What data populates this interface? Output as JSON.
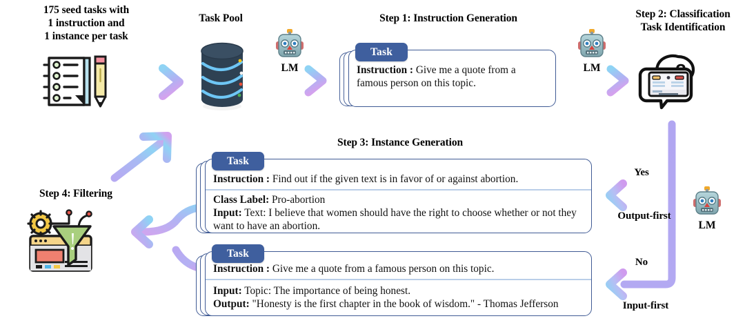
{
  "title": "Self-Instruct pipeline diagram",
  "colors": {
    "arrow_blue": "#8fd3f4",
    "arrow_purple": "#c9a6f0",
    "arrow_periwinkle": "#a6a8f0",
    "task_tag_bg": "#3f5f9e",
    "card_border": "#3f5a94",
    "card_sep": "#b9cee8",
    "db_body": "#2e4153",
    "db_band": "#6ec6f5",
    "funnel_green": "#a9cf7e",
    "gear_yellow": "#f2c744",
    "panel_red": "#ef8070",
    "panel_yellow": "#f5d58a"
  },
  "seed": {
    "caption": "175 seed tasks with\n1 instruction and\n1 instance per task",
    "icon": "notebook-pencil-icon"
  },
  "task_pool": {
    "caption": "Task Pool",
    "icon": "database-icon"
  },
  "lm": {
    "label": "LM",
    "icon": "robot-icon"
  },
  "step1": {
    "heading": "Step 1: Instruction Generation",
    "card": {
      "tag": "Task",
      "instruction_label": "Instruction :",
      "instruction_text": "Give me a quote from a famous person on this topic."
    }
  },
  "step2": {
    "heading": "Step 2: Classification\nTask Identification",
    "icon": "chat-question-screen-icon"
  },
  "step3": {
    "heading": "Step 3: Instance Generation",
    "classification_card": {
      "tag": "Task",
      "instruction_label": "Instruction :",
      "instruction_text": "Find out if the given text is in favor of or against abortion.",
      "class_label_label": "Class Label:",
      "class_label_text": "Pro-abortion",
      "input_label": "Input:",
      "input_text": "Text: I believe that women should have the right to choose whether or not they want to have an abortion."
    },
    "generation_card": {
      "tag": "Task",
      "instruction_label": "Instruction :",
      "instruction_text": "Give me a quote from a famous person on this topic.",
      "input_label": "Input:",
      "input_text": "Topic: The importance of being honest.",
      "output_label": "Output:",
      "output_text": "\"Honesty is the first chapter in the book of wisdom.\" - Thomas Jefferson"
    }
  },
  "step4": {
    "heading": "Step 4: Filtering",
    "icon": "filter-funnel-gear-icon"
  },
  "branches": {
    "yes": "Yes",
    "output_first": "Output-first",
    "no": "No",
    "input_first": "Input-first"
  }
}
